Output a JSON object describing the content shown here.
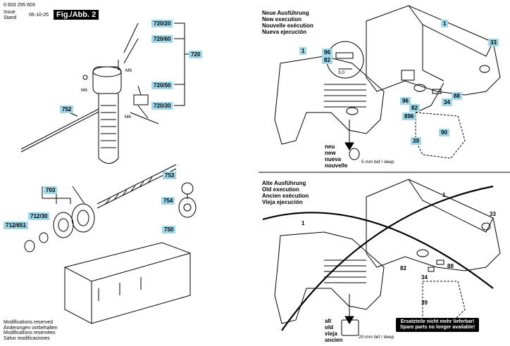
{
  "header": {
    "doc_number": "0 603 295 603",
    "issue_label_1": "Issue",
    "issue_label_2": "Stand",
    "date": "06-10-25",
    "figure_label": "Fig./Abb. 2"
  },
  "left_panel": {
    "labels": {
      "p720_20": "720/20",
      "p720_60": "720/60",
      "p720": "720",
      "p720_50": "720/50",
      "p720_30": "720/30",
      "p752": "752",
      "m6_a": "M6",
      "m6_b": "M6",
      "m6_c": "M6",
      "p753": "753",
      "p703": "703",
      "p754": "754",
      "p712_30": "712/30",
      "p712_651": "712/651",
      "p750": "750"
    }
  },
  "new_execution": {
    "titles": [
      "Neue Ausführung",
      "New execution",
      "Nouvelle exécution",
      "Nueva ejecución"
    ],
    "labels": {
      "p1_a": "1",
      "p1_b": "1",
      "p33": "33",
      "p96_a": "96",
      "p82_a": "82",
      "dim": "3,0",
      "p88": "88",
      "p34": "34",
      "p96_b": "96",
      "p82_b": "82",
      "p896": "896",
      "p90": "90",
      "p39": "39"
    },
    "note_words": [
      "neu",
      "new",
      "nueva",
      "nouvelle"
    ],
    "depth_note": "5 mm tief / deep"
  },
  "old_execution": {
    "titles": [
      "Alte Ausführung",
      "Old execution",
      "Ancien exécution",
      "Vieja ejecución"
    ],
    "labels": {
      "p1_a": "1",
      "p1_b": "1",
      "p33": "33",
      "p82": "82",
      "p88": "88",
      "p34": "34",
      "p39": "39"
    },
    "note_words": [
      "alt",
      "old",
      "vieja",
      "ancien"
    ],
    "depth_note": "20 mm tief / deep",
    "notice_line_1": "Ersatzteile nicht mehr lieferbar!",
    "notice_line_2": "Spare parts no longer available!"
  },
  "footer": {
    "lines": [
      "Modifications reserved",
      "Änderungen vorbehalten",
      "Modifications reservées",
      "Salvo modificaciones"
    ]
  }
}
